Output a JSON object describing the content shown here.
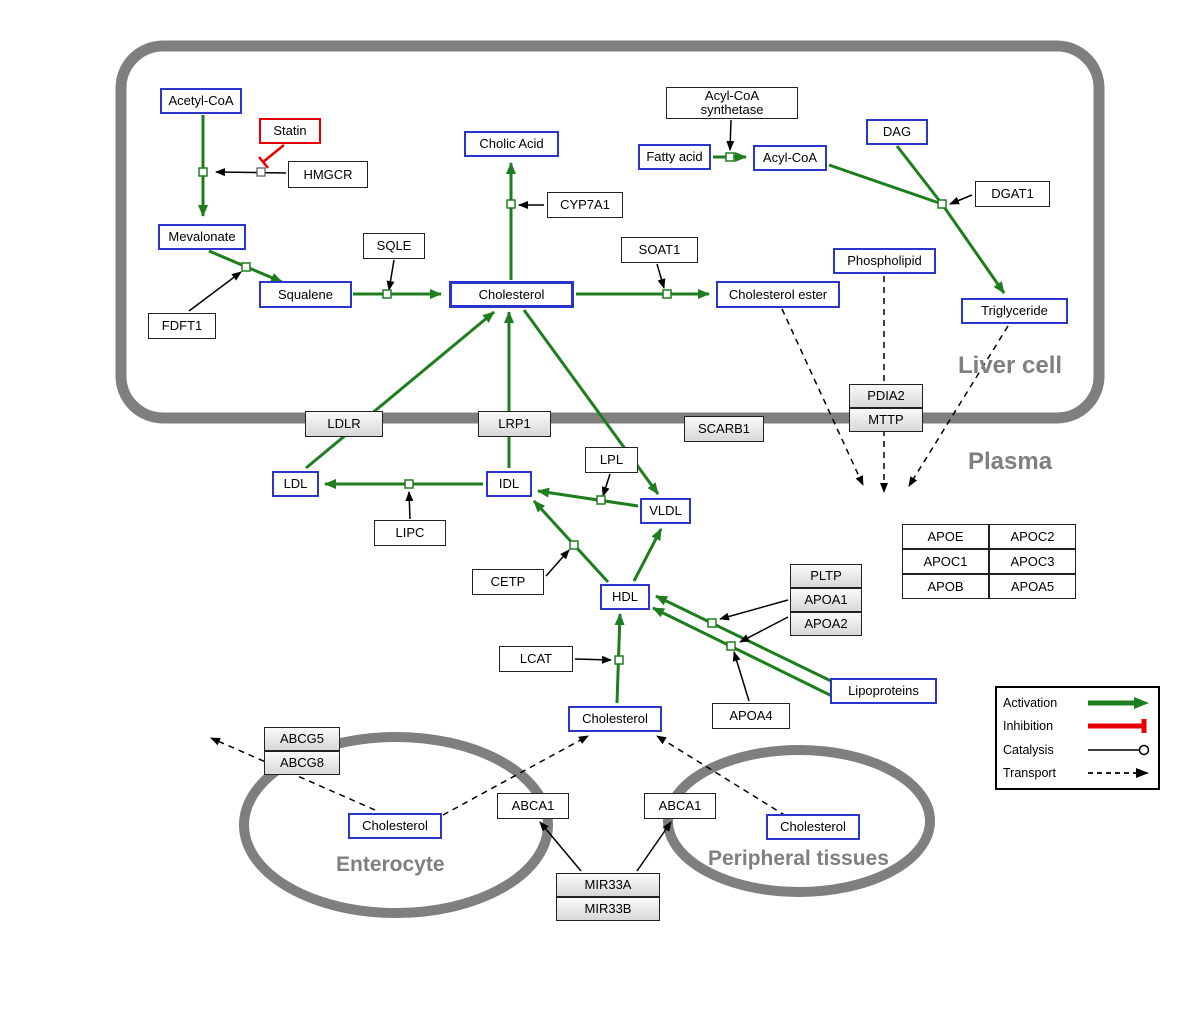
{
  "regions": {
    "liver_cell": "Liver cell",
    "plasma": "Plasma",
    "enterocyte": "Enterocyte",
    "peripheral_tissues": "Peripheral tissues"
  },
  "metabolites": {
    "acetyl_coa": "Acetyl-CoA",
    "mevalonate": "Mevalonate",
    "squalene": "Squalene",
    "cholesterol_liver": "Cholesterol",
    "cholic_acid": "Cholic Acid",
    "cholesterol_ester": "Cholesterol ester",
    "fatty_acid": "Fatty acid",
    "acyl_coa": "Acyl-CoA",
    "dag": "DAG",
    "phospholipid": "Phospholipid",
    "triglyceride": "Triglyceride",
    "ldl": "LDL",
    "idl": "IDL",
    "vldl": "VLDL",
    "hdl": "HDL",
    "lipoproteins": "Lipoproteins",
    "cholesterol_plasma": "Cholesterol",
    "cholesterol_enterocyte": "Cholesterol",
    "cholesterol_peripheral": "Cholesterol"
  },
  "drugs": {
    "statin": "Statin"
  },
  "genes": {
    "hmgcr": "HMGCR",
    "fdft1": "FDFT1",
    "sqle": "SQLE",
    "cyp7a1": "CYP7A1",
    "soat1": "SOAT1",
    "acyl_coa_synthetase": "Acyl-CoA synthetase",
    "dgat1": "DGAT1",
    "ldlr": "LDLR",
    "lrp1": "LRP1",
    "scarb1": "SCARB1",
    "pdia2": "PDIA2",
    "mttp": "MTTP",
    "lipc": "LIPC",
    "lpl": "LPL",
    "cetp": "CETP",
    "lcat": "LCAT",
    "pltp": "PLTP",
    "apoa1": "APOA1",
    "apoa2": "APOA2",
    "apoa4": "APOA4",
    "abcg5": "ABCG5",
    "abcg8": "ABCG8",
    "abca1_enterocyte": "ABCA1",
    "abca1_peripheral": "ABCA1",
    "mir33a": "MIR33A",
    "mir33b": "MIR33B",
    "apo_table": [
      "APOE",
      "APOC2",
      "APOC1",
      "APOC3",
      "APOB",
      "APOA5"
    ]
  },
  "legend": {
    "activation": "Activation",
    "inhibition": "Inhibition",
    "catalysis": "Catalysis",
    "transport": "Transport"
  },
  "colors": {
    "activation_green": "#1e7d1e",
    "inhibition_red": "#e80000",
    "metabolite_blue": "#2b35cc",
    "membrane_gray": "#7f7f7f"
  }
}
